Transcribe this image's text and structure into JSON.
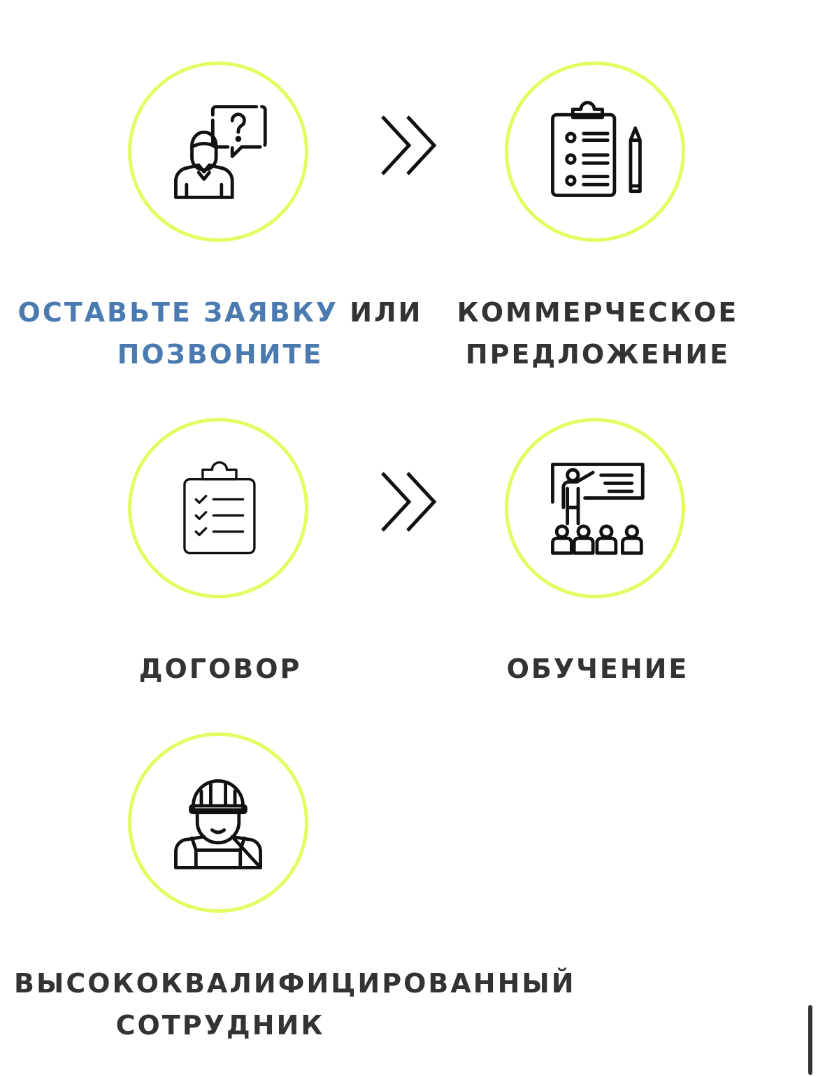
{
  "steps": [
    {
      "id": "request",
      "icon": "support-person-question-icon",
      "label_link1": "ОСТАВЬТЕ ЗАЯВКУ",
      "label_text": "ИЛИ",
      "label_link2": "ПОЗВОНИТЕ"
    },
    {
      "id": "offer",
      "icon": "clipboard-checklist-pencil-icon",
      "label_line1": "КОММЕРЧЕСКОЕ",
      "label_line2": "ПРЕДЛОЖЕНИЕ"
    },
    {
      "id": "contract",
      "icon": "clipboard-checkmarks-icon",
      "label": "ДОГОВОР"
    },
    {
      "id": "training",
      "icon": "teacher-presentation-icon",
      "label": "ОБУЧЕНИЕ"
    },
    {
      "id": "worker",
      "icon": "construction-worker-icon",
      "label_line1": "ВЫСОКОКВАЛИФИЦИРОВАННЫЙ",
      "label_line2": "СОТРУДНИК"
    }
  ],
  "arrow_icon": "double-chevron-right-icon",
  "colors": {
    "circle_border": "#e6fa62",
    "link": "#4a7ab0",
    "text": "#333333",
    "icon_stroke": "#111111"
  }
}
